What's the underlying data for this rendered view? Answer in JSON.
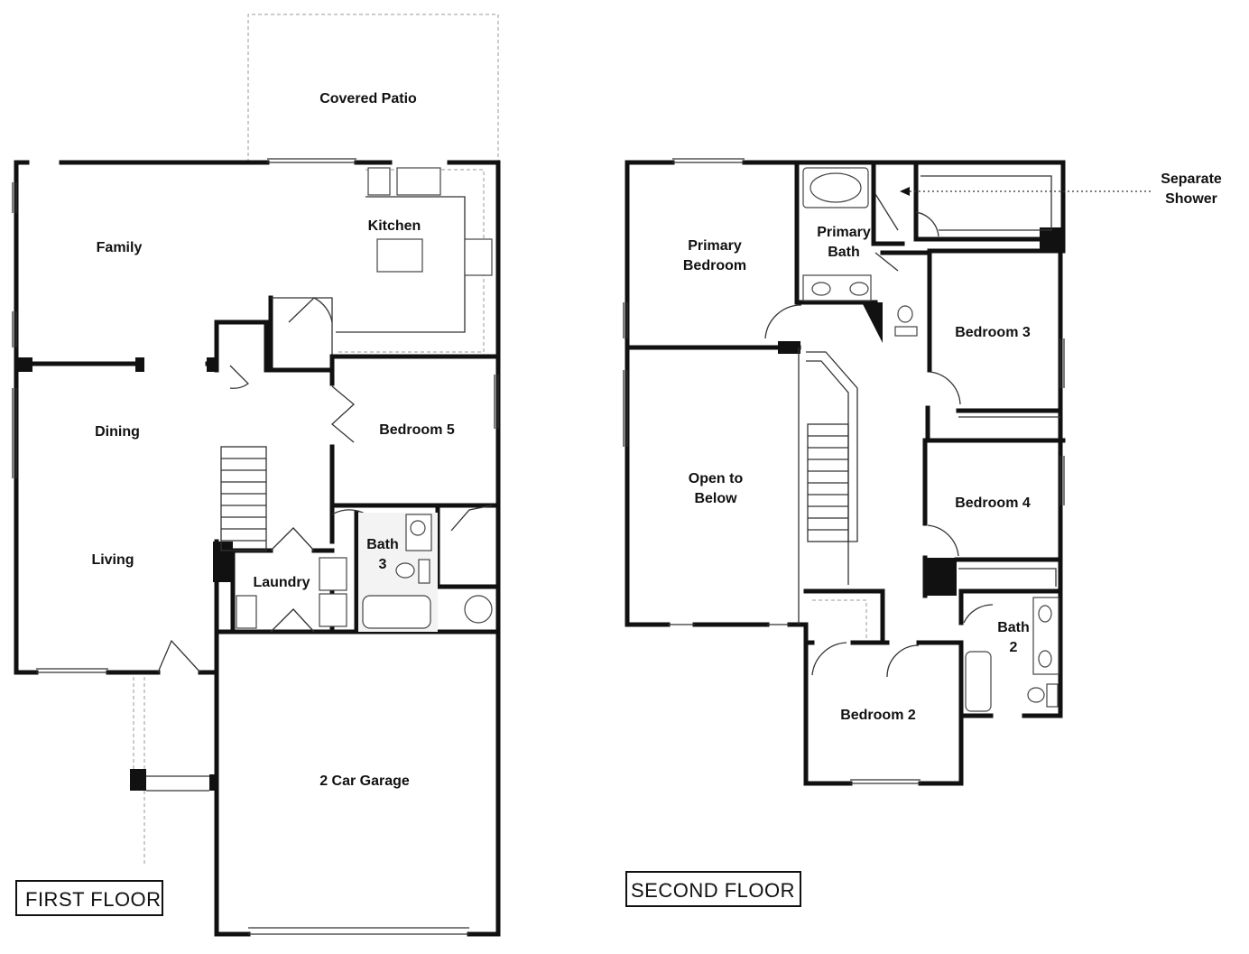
{
  "first_floor": {
    "title": "FIRST FLOOR",
    "rooms": {
      "covered_patio": "Covered Patio",
      "kitchen": "Kitchen",
      "family": "Family",
      "dining": "Dining",
      "living": "Living",
      "bedroom5": "Bedroom 5",
      "bath3_line1": "Bath",
      "bath3_line2": "3",
      "laundry": "Laundry",
      "garage": "2 Car Garage"
    }
  },
  "second_floor": {
    "title": "SECOND FLOOR",
    "rooms": {
      "primary_bedroom_line1": "Primary",
      "primary_bedroom_line2": "Bedroom",
      "primary_bath_line1": "Primary",
      "primary_bath_line2": "Bath",
      "bedroom3": "Bedroom 3",
      "open_line1": "Open to",
      "open_line2": "Below",
      "bedroom4": "Bedroom 4",
      "bath2_line1": "Bath",
      "bath2_line2": "2",
      "bedroom2": "Bedroom 2"
    },
    "callout_line1": "Separate",
    "callout_line2": "Shower"
  }
}
